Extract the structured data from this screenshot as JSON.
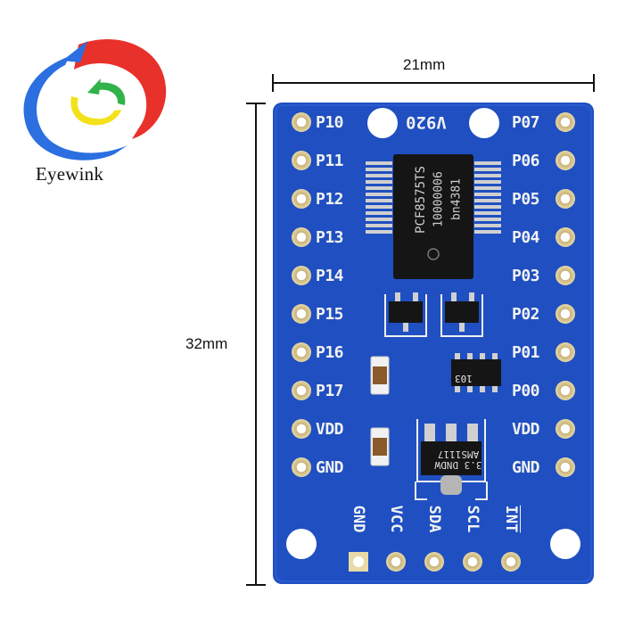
{
  "logo": {
    "brand": "Eyewink"
  },
  "dimensions": {
    "width": "21mm",
    "height": "32mm"
  },
  "board": {
    "id_text": "V920",
    "left_pins": [
      "P10",
      "P11",
      "P12",
      "P13",
      "P14",
      "P15",
      "P16",
      "P17",
      "VDD",
      "GND"
    ],
    "right_pins": [
      "P07",
      "P06",
      "P05",
      "P04",
      "P03",
      "P02",
      "P01",
      "P00",
      "VDD",
      "GND"
    ],
    "bottom_pins": [
      "GND",
      "VCC",
      "SDA",
      "SCL",
      "INT"
    ],
    "ic": {
      "line1": "PCF8575TS",
      "line2": "10000006",
      "line3": "bn4381"
    },
    "resistor_code": "103",
    "regulator": {
      "line1": "AMS1117",
      "line2": "3.3 DNDW"
    }
  },
  "colors": {
    "pcb": "#1f4fc1",
    "pad": "#d9c58a",
    "logo_red": "#e8312a",
    "logo_blue": "#2b6fe0",
    "logo_green": "#31b34a",
    "logo_yellow": "#f3e21a"
  }
}
